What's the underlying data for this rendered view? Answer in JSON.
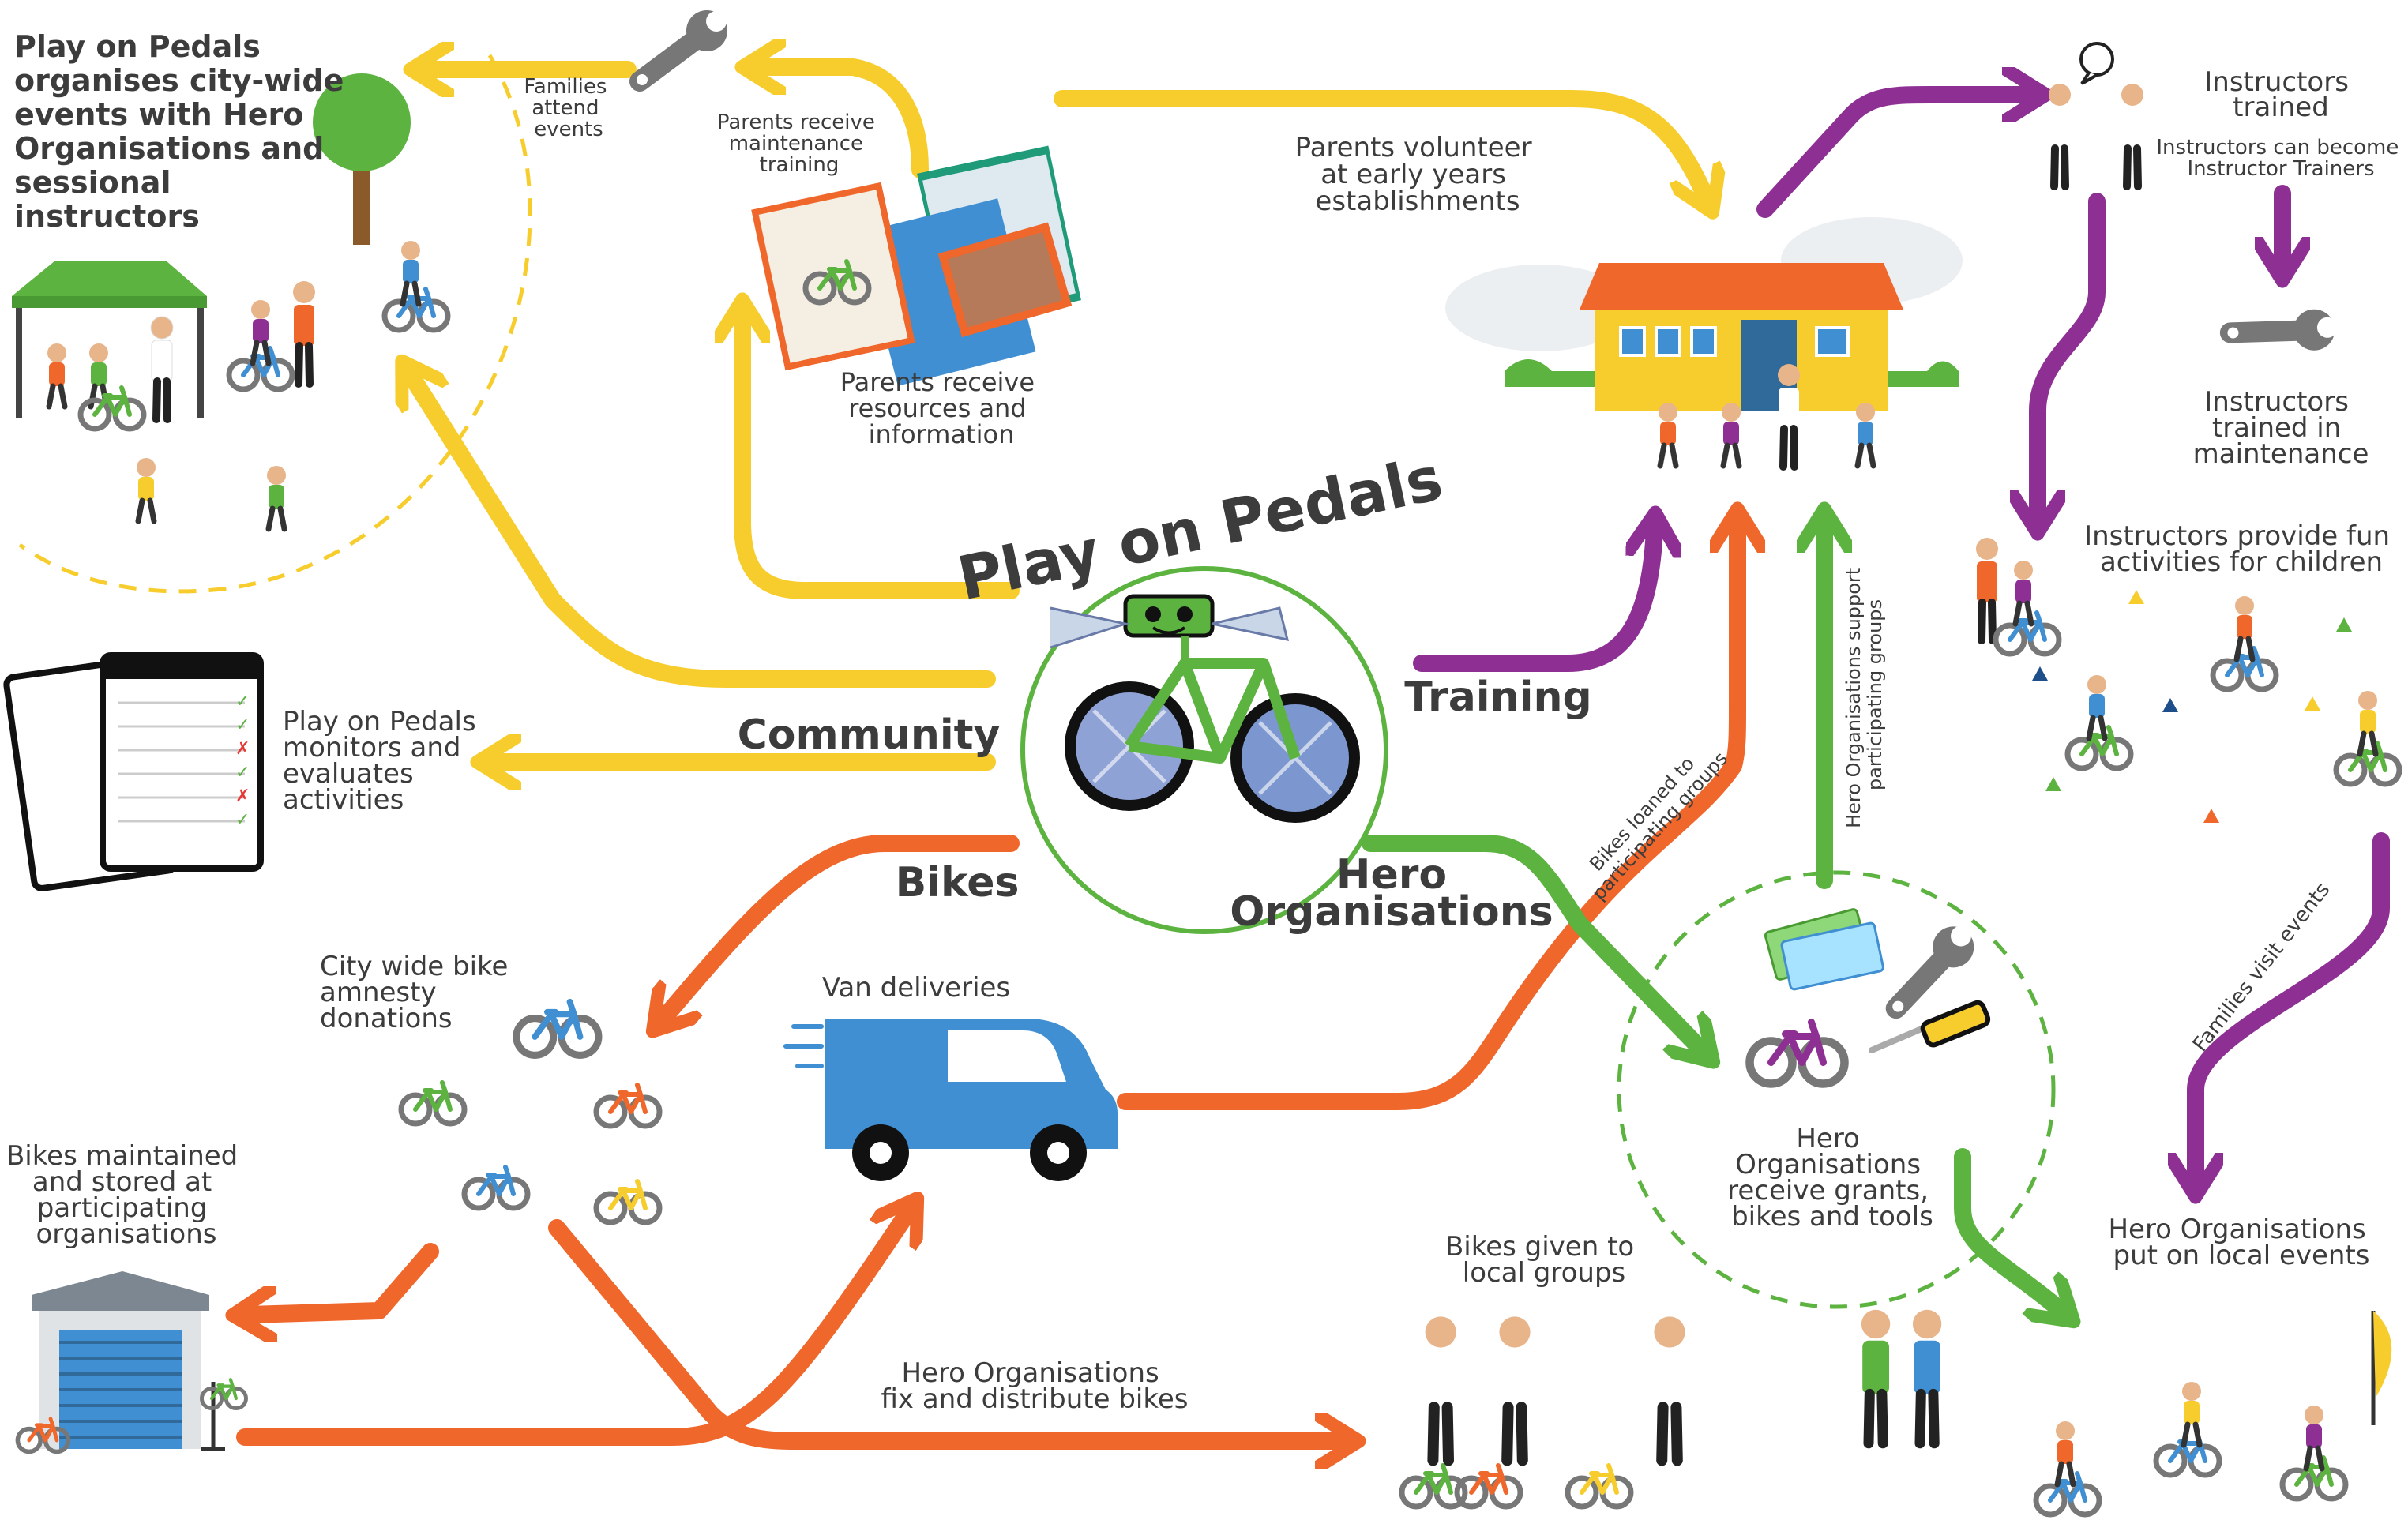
{
  "title": "Play on Pedals",
  "hub": {
    "community": "Community",
    "training": "Training",
    "bikes": "Bikes",
    "hero_line1": "Hero",
    "hero_line2": "Organisations"
  },
  "labels": {
    "citywide_events": [
      "Play on Pedals",
      "organises city-wide",
      "events with Hero",
      "Organisations and",
      "sessional",
      "instructors"
    ],
    "families_attend": [
      "Families",
      "attend",
      "events"
    ],
    "maintenance_training": [
      "Parents receive",
      "maintenance",
      "training"
    ],
    "resources": [
      "Parents receive",
      "resources and",
      "information"
    ],
    "volunteer": [
      "Parents volunteer",
      "at early years",
      "establishments"
    ],
    "instructors_trained": [
      "Instructors",
      "trained"
    ],
    "instructor_trainers": [
      "Instructors can become",
      "Instructor Trainers"
    ],
    "trained_maintenance": [
      "Instructors",
      "trained in",
      "maintenance"
    ],
    "fun_activities": [
      "Instructors provide fun",
      "activities for children"
    ],
    "monitors": [
      "Play on Pedals",
      "monitors and",
      "evaluates",
      "activities"
    ],
    "amnesty": [
      "City wide bike",
      "amnesty",
      "donations"
    ],
    "van": [
      "Van deliveries"
    ],
    "maintained_stored": [
      "Bikes maintained",
      "and stored at",
      "participating",
      "organisations"
    ],
    "bikes_loaned": [
      "Bikes loaned to",
      "participating groups"
    ],
    "hero_support": [
      "Hero Organisations support",
      "participating groups"
    ],
    "grants": [
      "Hero",
      "Organisations",
      "receive grants,",
      "bikes and tools"
    ],
    "families_visit": [
      "Families visit events"
    ],
    "local_events": [
      "Hero Organisations",
      "put on local events"
    ],
    "given_local": [
      "Bikes given to",
      "local groups"
    ],
    "fix_distribute": [
      "Hero Organisations",
      "fix and distribute bikes"
    ]
  },
  "colors": {
    "community": "#f7cd2e",
    "training": "#8e2f94",
    "bikes": "#f0672b",
    "hero": "#5cb340",
    "van": "#3f8fd2",
    "text": "#3c3c3c"
  },
  "icons": [
    "wrench-icon",
    "tree-icon",
    "gazebo-icon",
    "checklist-icon",
    "van-icon",
    "school-icon",
    "garage-icon",
    "money-icon",
    "screwdriver-icon",
    "speech-bubble-icon",
    "flag-icon",
    "bicycle-icon"
  ]
}
